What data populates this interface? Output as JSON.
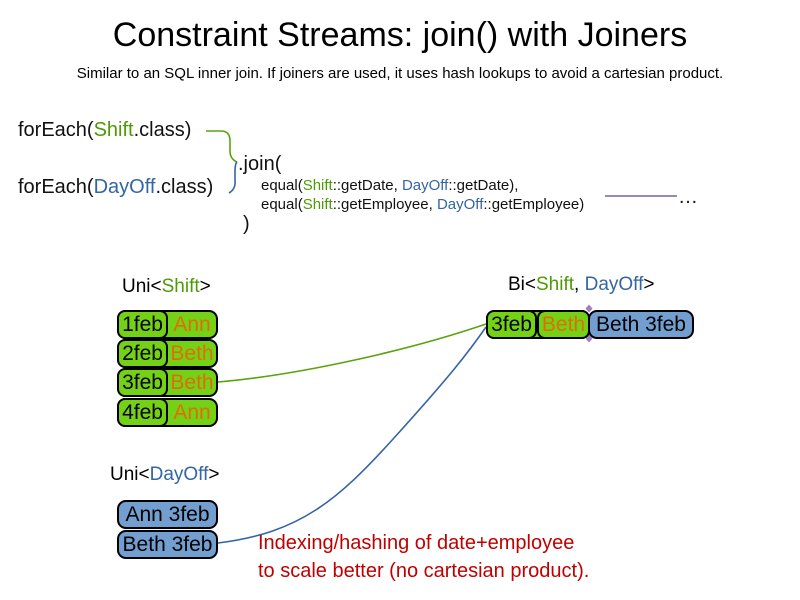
{
  "slide": {
    "title": "Constraint Streams: join() with Joiners",
    "subtitle": "Similar to an SQL inner join. If joiners are used, it uses hash lookups to avoid a cartesian product."
  },
  "code": {
    "foreach_shift": {
      "open": "forEach(",
      "cls": "Shift",
      "close": ".class)"
    },
    "foreach_dayoff": {
      "open": "forEach(",
      "cls": "DayOff",
      "close": ".class)"
    },
    "join_open": ".join(",
    "joiner_date": {
      "open": "equal(",
      "left_cls": "Shift",
      "left_member": "::getDate, ",
      "right_cls": "DayOff",
      "right_member": "::getDate),"
    },
    "joiner_employee": {
      "open": "equal(",
      "left_cls": "Shift",
      "left_member": "::getEmployee, ",
      "right_cls": "DayOff",
      "right_member": "::getEmployee)"
    },
    "join_close": ")",
    "ellipsis": "…"
  },
  "uni_shift": {
    "label_open": "Uni<",
    "label_type": "Shift",
    "label_close": ">",
    "rows": [
      {
        "date": "1feb",
        "employee": "Ann"
      },
      {
        "date": "2feb",
        "employee": "Beth"
      },
      {
        "date": "3feb",
        "employee": "Beth"
      },
      {
        "date": "4feb",
        "employee": "Ann"
      }
    ]
  },
  "bi_stream": {
    "label_open": "Bi<",
    "label_type1": "Shift",
    "label_sep": ", ",
    "label_type2": "DayOff",
    "label_close": ">",
    "row": {
      "shift_date": "3feb",
      "shift_employee": "Beth",
      "dayoff": "Beth 3feb"
    }
  },
  "uni_dayoff": {
    "label_open": "Uni<",
    "label_type": "DayOff",
    "label_close": ">",
    "rows": [
      {
        "text": "Ann 3feb"
      },
      {
        "text": "Beth 3feb"
      }
    ]
  },
  "note": {
    "line1": "Indexing/hashing of date+employee",
    "line2": "to scale better (no cartesian product)."
  },
  "colors": {
    "shift_fill_green": "#73d216",
    "dayoff_fill_blue": "#729fcf",
    "shift_text_green": "#4e9a06",
    "dayoff_text_blue": "#3465a4",
    "employee_text_orange": "#e36c0a",
    "note_red": "#c00000",
    "joiner_line_purple": "#7d5fa0"
  }
}
